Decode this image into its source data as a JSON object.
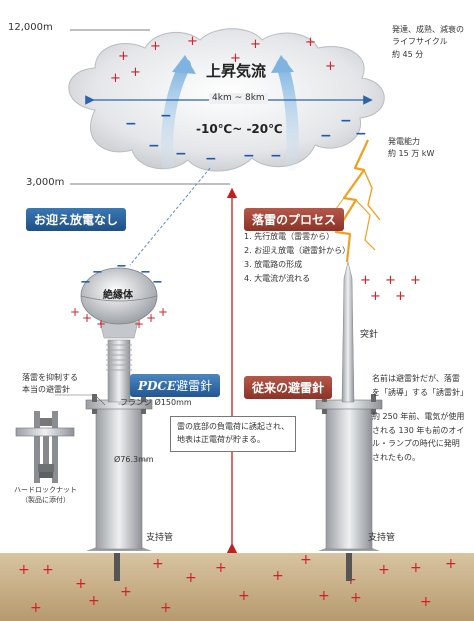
{
  "altitudes": {
    "top": "12,000m",
    "bottom": "3,000m"
  },
  "cloud": {
    "title": "上昇気流",
    "width_label": "4km ~ 8km",
    "temp_label": "-10℃~ -20℃"
  },
  "lifecycle_note": "発達、成熟、減衰の\nライフサイクル\n約 45 分",
  "power_note": "発電能力\n約 15 万 kW",
  "sections": {
    "left_badge": "お迎え放電なし",
    "right_badge": "落雷のプロセス",
    "pdce_name": "PDCE",
    "pdce_suffix": "避雷針",
    "conventional_badge": "従来の避雷針"
  },
  "process_steps": [
    "1. 先行放電（雷雲から）",
    "2. お迎え放電（避雷針から）",
    "3. 放電路の形成",
    "4. 大電流が流れる"
  ],
  "labels": {
    "insulator": "絶縁体",
    "suppress": "落雷を抑制する\n本当の避雷針",
    "flange": "フランジ Ø150mm",
    "hardlock": "ハードロックナット\n（製品に添付）",
    "pipe_dia": "Ø76.3mm",
    "support_left": "支持管",
    "support_right": "支持管",
    "spike": "突針"
  },
  "center_note": "雷の底部の負電荷に誘起され、\n地表は正電荷が貯まる。",
  "conventional_desc_1": "名前は避雷針だが、落雷\nを「誘導」する「誘雷針」",
  "conventional_desc_2": "約 250 年前、電気が使用\nされる 130 年も前のオイ\nル・ランプの時代に発明\nされたもの。",
  "colors": {
    "positive": "#d0202a",
    "negative": "#1f5aa6",
    "ground": "#b08a5a",
    "lightning": "#f0a020"
  }
}
